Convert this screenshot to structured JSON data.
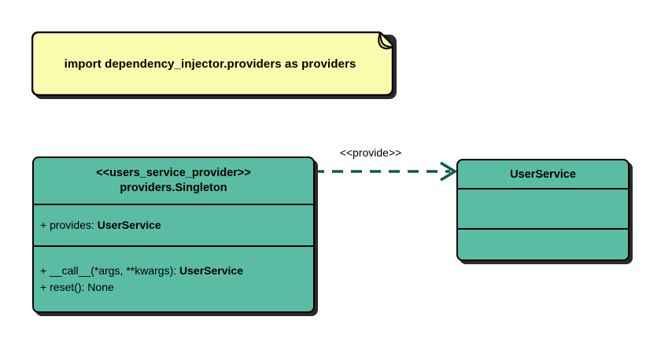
{
  "diagram": {
    "type": "uml-class-diagram",
    "background": "#ffffff",
    "colors": {
      "note_fill": "#fbfbad",
      "class_fill": "#5bbca4",
      "border": "#000000",
      "connector": "#0d5a4e",
      "shadow": "#2b2b2b"
    }
  },
  "note": {
    "text": "import dependency_injector.providers as providers"
  },
  "provider_class": {
    "stereotype": "<<users_service_provider>>",
    "name": "providers.Singleton",
    "attributes": [
      {
        "prefix": "+ provides: ",
        "type": "UserService"
      }
    ],
    "operations": [
      {
        "prefix": "+ __call__(*args, **kwargs): ",
        "type": "UserService"
      },
      {
        "prefix": "+ reset(): None",
        "type": ""
      }
    ]
  },
  "service_class": {
    "name": "UserService",
    "attributes": [],
    "operations": []
  },
  "relationship": {
    "label": "<<provide>>",
    "style": "dashed",
    "arrow": "open",
    "source": "providers.Singleton",
    "target": "UserService"
  }
}
